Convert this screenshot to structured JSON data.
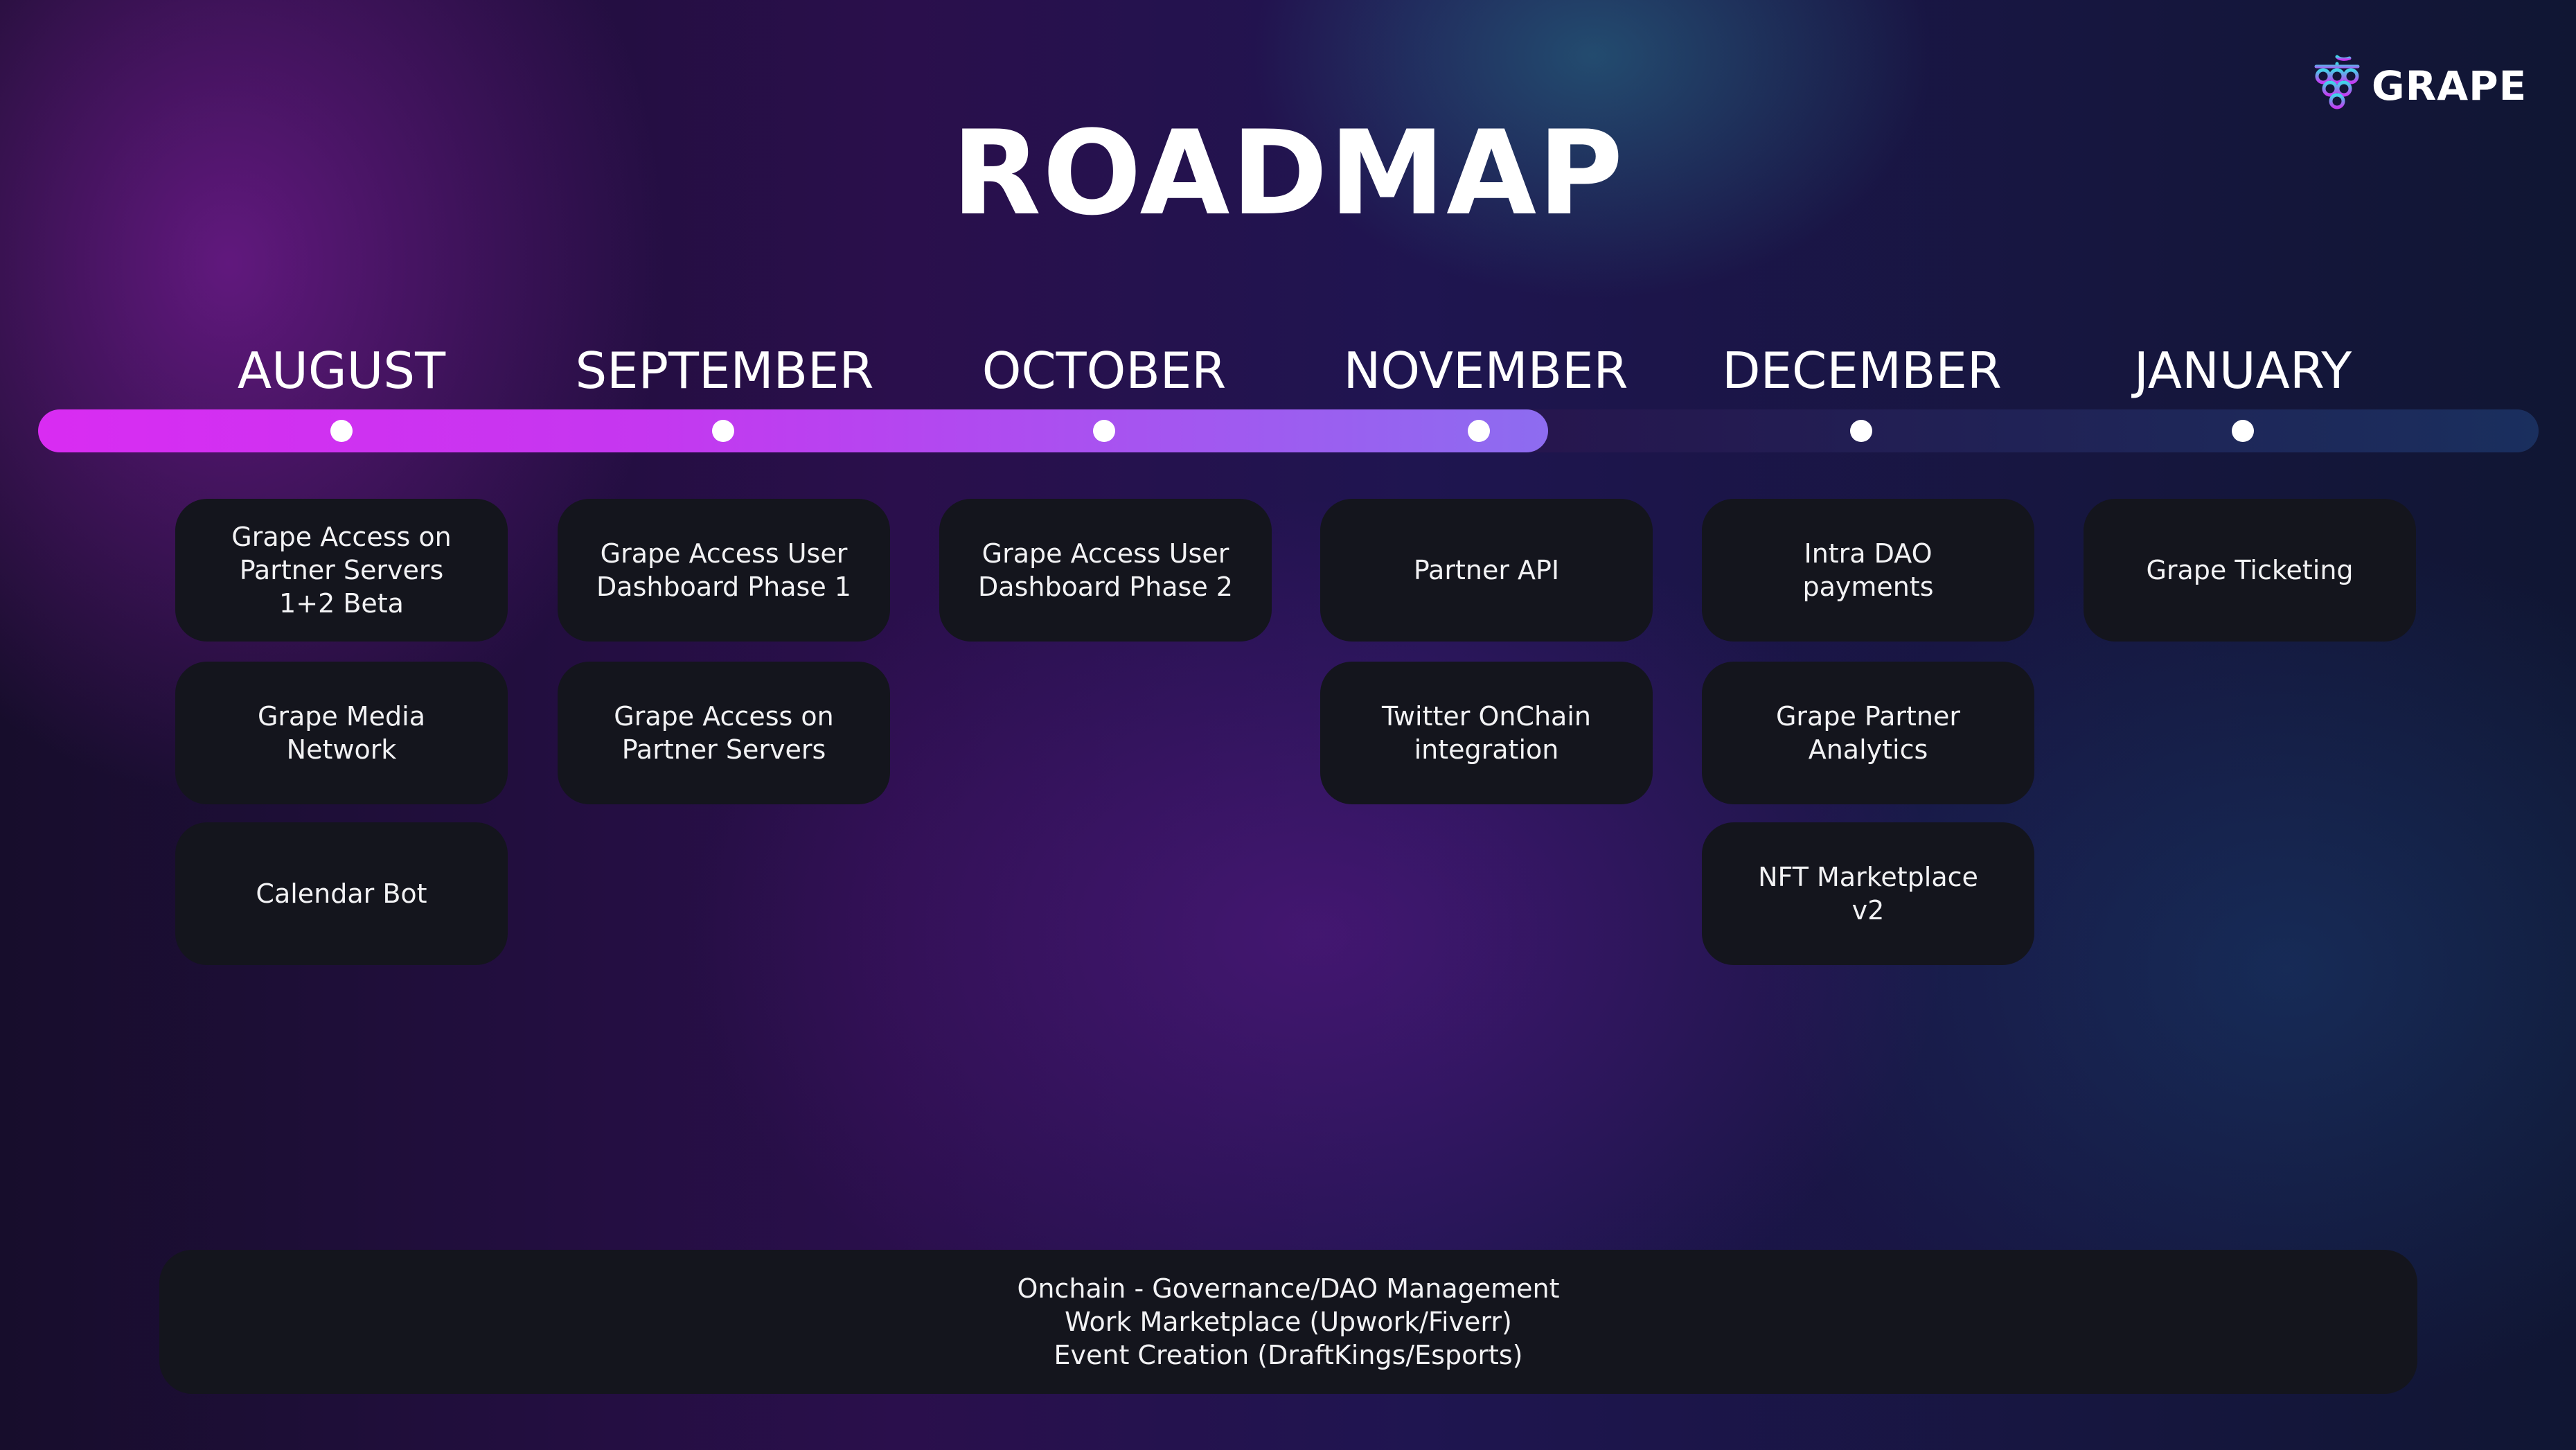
{
  "brand": {
    "name": "GRAPE",
    "logo_icon": "grape-bunch-icon"
  },
  "title": "ROADMAP",
  "timeline": {
    "months": [
      "AUGUST",
      "SEPTEMBER",
      "OCTOBER",
      "NOVEMBER",
      "DECEMBER",
      "JANUARY"
    ],
    "completed_through": "NOVEMBER",
    "colors": {
      "progress_start": "#d92cf2",
      "progress_end": "#8d6cf0",
      "track": "#26164e",
      "card": "#14151d"
    }
  },
  "columns": [
    {
      "month": "AUGUST",
      "items": [
        "Grape Access on\nPartner Servers\n1+2 Beta",
        "Grape Media\nNetwork",
        "Calendar Bot"
      ]
    },
    {
      "month": "SEPTEMBER",
      "items": [
        "Grape Access User\nDashboard Phase 1",
        "Grape Access on\nPartner Servers"
      ]
    },
    {
      "month": "OCTOBER",
      "items": [
        "Grape Access User\nDashboard Phase 2"
      ]
    },
    {
      "month": "NOVEMBER",
      "items": [
        "Partner API",
        "Twitter OnChain\nintegration"
      ]
    },
    {
      "month": "DECEMBER",
      "items": [
        "Intra DAO\npayments",
        "Grape Partner\nAnalytics",
        "NFT Marketplace\nv2"
      ]
    },
    {
      "month": "JANUARY",
      "items": [
        "Grape Ticketing"
      ]
    }
  ],
  "footer": {
    "lines": [
      "Onchain - Governance/DAO Management",
      "Work Marketplace (Upwork/Fiverr)",
      "Event Creation (DraftKings/Esports)"
    ]
  }
}
